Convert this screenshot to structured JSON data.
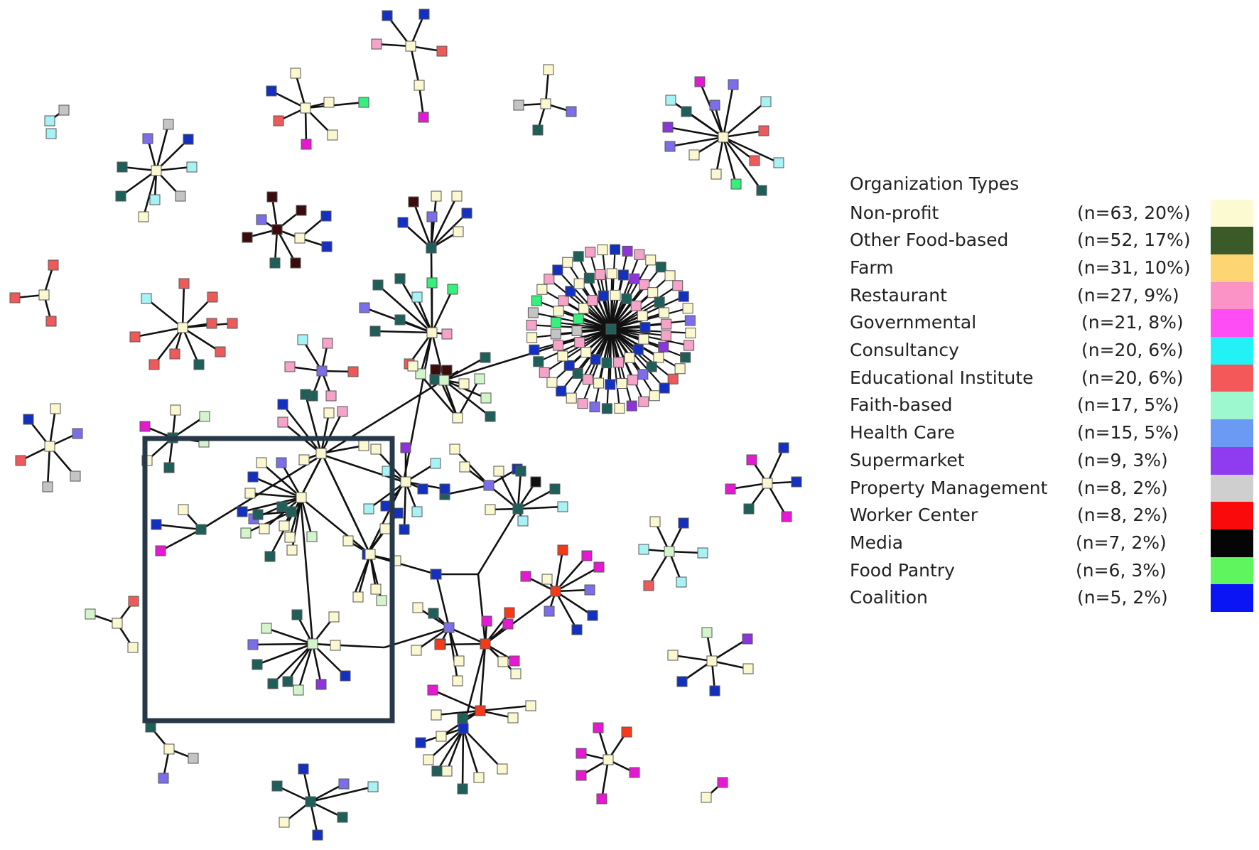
{
  "legend": {
    "title": "Organization Types",
    "items": [
      {
        "name": "Non-profit",
        "count": "(n=63, 20%)",
        "color": "#fbfad0"
      },
      {
        "name": "Other Food-based",
        "count": "(n=52, 17%)",
        "color": "#3a5a28"
      },
      {
        "name": "Farm",
        "count": "(n=31, 10%)",
        "color": "#fdd572"
      },
      {
        "name": "Restaurant",
        "count": "(n=27, 9%)",
        "color": "#fb93c6"
      },
      {
        "name": "Governmental",
        "count": "(n=21, 8%)",
        "color": "#ff4df5"
      },
      {
        "name": "Consultancy",
        "count": "(n=20, 6%)",
        "color": "#22f2f5"
      },
      {
        "name": "Educational Institute",
        "count": "(n=20, 6%)",
        "color": "#f55858"
      },
      {
        "name": "Faith-based",
        "count": "(n=17, 5%)",
        "color": "#9df7cf"
      },
      {
        "name": "Health Care",
        "count": "(n=15, 5%)",
        "color": "#6b9af5"
      },
      {
        "name": "Supermarket",
        "count": "(n=9, 3%)",
        "color": "#8f3cf0"
      },
      {
        "name": "Property Management",
        "count": "(n=8, 2%)",
        "color": "#cfcfcf"
      },
      {
        "name": "Worker Center",
        "count": "(n=8, 2%)",
        "color": "#fa0a0a"
      },
      {
        "name": "Media",
        "count": "(n=7, 2%)",
        "color": "#050505"
      },
      {
        "name": "Food Pantry",
        "count": "(n=6, 3%)",
        "color": "#5ef55e"
      },
      {
        "name": "Coalition",
        "count": "(n=5, 2%)",
        "color": "#0a14f5"
      }
    ]
  },
  "network": {
    "node_colors": {
      "cream": "#fbf8d0",
      "teal": "#1f5f5a",
      "blue": "#1430c0",
      "lavender": "#7b6ee8",
      "pink": "#f5a3c8",
      "magenta": "#e619d3",
      "salmon": "#ee5a5a",
      "cyan": "#a6f2f5",
      "mint": "#d3f5cc",
      "purple": "#8d35d8",
      "gray": "#c4c4c4",
      "red": "#f53a1a",
      "black": "#101010",
      "green": "#35f07a",
      "maroon": "#3c0c0c"
    },
    "edge_color": "#111111",
    "highlight_box_color": "#273848"
  }
}
